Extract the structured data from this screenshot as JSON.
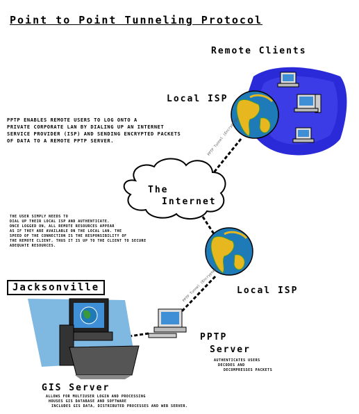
{
  "title": "Point to Point Tunneling Protocol",
  "labels": {
    "remote_clients": "Remote Clients",
    "local_isp_top": "Local ISP",
    "local_isp_bottom": "Local ISP",
    "internet_1": "The",
    "internet_2": "Internet",
    "jacksonville": "Jacksonville",
    "pptp_1": "PPTP",
    "pptp_2": "Server",
    "gis_server": "GIS Server"
  },
  "paragraphs": {
    "pptp_intro": [
      "PPTP enables remote users to log onto a",
      "private corporate LAN by dialing up an Internet",
      "Service Provider (ISP) and sending encrypted packets",
      "of data to a remote PPTP server."
    ],
    "user_note": [
      "The user simply needs to",
      "dial up their local ISP and authenticate.",
      "Once logged on, all remote resources appear",
      "as if they are available on the local LAN. The",
      "speed of the connection is the responsibility of",
      "the remote client, thus it is up to the client to secure",
      "adequate resources."
    ],
    "pptp_server_notes": [
      "Authenticates users",
      "Decodes and",
      "Decompresses packets"
    ],
    "gis_server_notes": [
      "Allows for multiuser login and processing",
      "Houses GIS database and software",
      "Includes GIS data, distributed processes and web server."
    ]
  },
  "tunnel_labels": {
    "top": "PPTP Tunnel (Encrypted)",
    "bottom": "PPTP Tunnel (Encrypted)"
  },
  "colors": {
    "ocean": "#1f7ab8",
    "land": "#e6b71e",
    "land_green": "#3a9a3a",
    "blob": "#2a2ad8",
    "gis_bg": "#7fb8e0",
    "monitor_screen": "#3e8fd6"
  },
  "icons": [
    "globe-icon",
    "computer-icon",
    "cloud-icon",
    "workstation-icon",
    "monitor-icon"
  ]
}
